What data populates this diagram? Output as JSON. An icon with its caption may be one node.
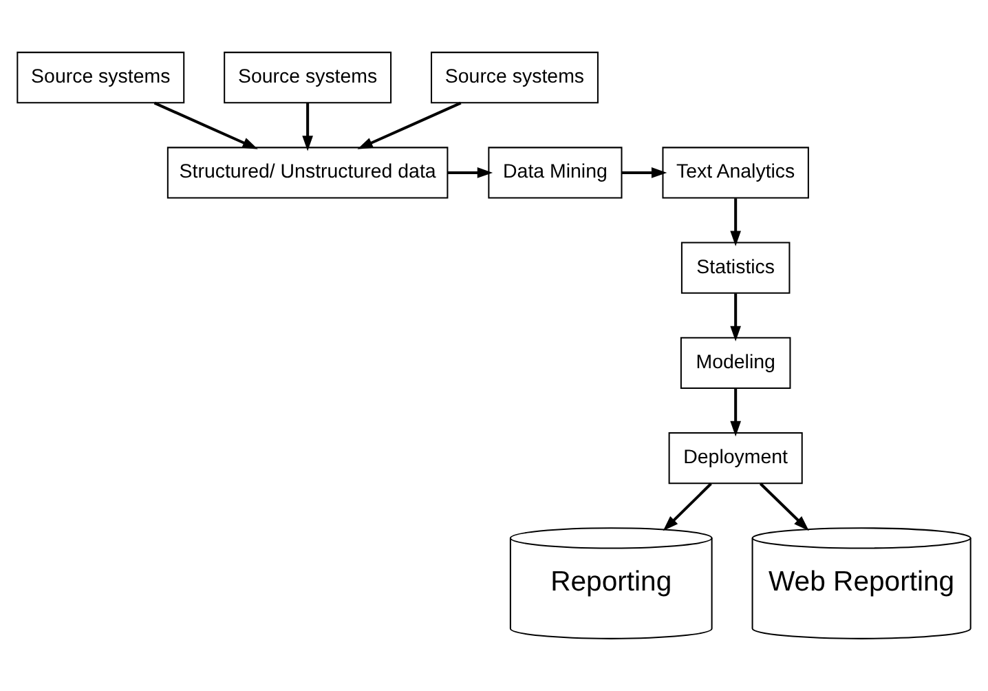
{
  "diagram": {
    "nodes": [
      {
        "text": [
          "Source systems"
        ]
      },
      {
        "text": [
          "Source systems"
        ]
      },
      {
        "text": [
          "Source systems"
        ]
      },
      {
        "text": [
          "Structured/ Unstructured data"
        ]
      },
      {
        "text": [
          "Data Mining"
        ]
      },
      {
        "text": [
          "Text Analytics"
        ]
      },
      {
        "text": [
          "Statistics"
        ]
      },
      {
        "text": [
          "Modeling"
        ]
      },
      {
        "text": [
          "Deployment"
        ]
      },
      {
        "text": [
          "Reporting"
        ]
      },
      {
        "text": [
          "Web Reporting"
        ]
      }
    ],
    "edges": [
      {
        "from": 0,
        "to": 3,
        "arrow": "to"
      },
      {
        "from": 1,
        "to": 3,
        "arrow": "to"
      },
      {
        "from": 2,
        "to": 3,
        "arrow": "to"
      },
      {
        "from": 3,
        "to": 4,
        "arrow": "to"
      },
      {
        "from": 4,
        "to": 5,
        "arrow": "to"
      },
      {
        "from": 5,
        "to": 6,
        "arrow": "to"
      },
      {
        "from": 6,
        "to": 7,
        "arrow": "to"
      },
      {
        "from": 7,
        "to": 8,
        "arrow": "to"
      },
      {
        "from": 8,
        "to": 9,
        "arrow": "to"
      },
      {
        "from": 8,
        "to": 10,
        "arrow": "to"
      }
    ]
  }
}
